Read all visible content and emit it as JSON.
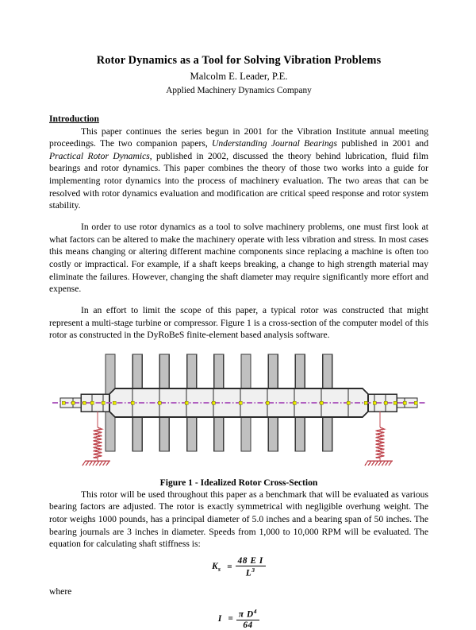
{
  "document": {
    "title": "Rotor Dynamics as a Tool for Solving Vibration Problems",
    "author": "Malcolm E. Leader, P.E.",
    "affiliation": "Applied Machinery Dynamics Company"
  },
  "sections": [
    {
      "heading": "Introduction",
      "paragraphs": [
        {
          "id": "par1",
          "runs": [
            {
              "text": "This paper continues the series begun in 2001 for the Vibration Institute annual meeting proceedings.  The two companion papers, ",
              "style": "normal"
            },
            {
              "text": "Understanding Journal Bearings",
              "style": "italic"
            },
            {
              "text": " published in 2001 and ",
              "style": "normal"
            },
            {
              "text": "Practical Rotor Dynamics",
              "style": "italic"
            },
            {
              "text": ", published in 2002, discussed the theory behind lubrication, fluid film bearings and rotor dynamics.  This paper combines the theory of those two works into a guide for implementing rotor dynamics into the process of machinery evaluation.  The two areas that can be resolved with rotor dynamics evaluation and modification are critical speed response and rotor system stability.",
              "style": "normal"
            }
          ]
        },
        {
          "id": "par2",
          "runs": [
            {
              "text": "In order to use rotor dynamics as a tool to solve machinery problems, one must first look at what factors can be altered to make the machinery operate with less vibration and stress.  In most cases this means changing or altering different machine components since replacing a machine is often too costly or impractical.  For example, if a shaft keeps breaking, a change to high strength material may eliminate the failures.  However, changing the shaft diameter may require significantly more effort and expense.",
              "style": "normal"
            }
          ]
        },
        {
          "id": "par3",
          "runs": [
            {
              "text": "In an effort to limit the scope of this paper, a typical rotor was constructed that might represent a multi-stage turbine or compressor.  Figure 1 is a cross-section of the computer model of this rotor as constructed in the DyRoBeS finite-element based analysis software.",
              "style": "normal"
            }
          ]
        }
      ]
    }
  ],
  "figure": {
    "caption": "Figure 1 - Idealized Rotor Cross-Section",
    "diagram": {
      "name": "idealized-rotor-cross-section",
      "centerline_color": "#b060c0",
      "shaft_fill": "#f0f0f0",
      "shaft_stroke": "#2b2b2b",
      "disk_fill": "#c0c0c0",
      "disk_stroke": "#3a3a3a",
      "station_marker_color": "#e8e800",
      "spring_color": "#c04a52",
      "ground_color": "#c04a52",
      "disk_count": 9,
      "bearing_count": 2
    }
  },
  "closing": {
    "paragraph": "This rotor will be used throughout this paper as a benchmark that will be evaluated as various bearing factors are adjusted.  The rotor is exactly symmetrical with negligible overhung weight.  The rotor weighs 1000 pounds, has a principal diameter of 5.0 inches and a bearing span of 50 inches.  The bearing journals are 3 inches in diameter.  Speeds from 1,000 to 10,000 RPM will be evaluated.  The equation for calculating shaft stiffness is:",
    "where_label": "where"
  },
  "equations": [
    {
      "id": "shaft-stiffness",
      "lhs": "K",
      "lhs_sub": "s",
      "operator": "=",
      "numerator": "48 E I",
      "denominator": "L",
      "denominator_exp": "3"
    },
    {
      "id": "area-moment-of-inertia",
      "lhs": "I",
      "lhs_sub": "",
      "operator": "=",
      "numerator": "π D",
      "numerator_exp": "4",
      "denominator": "64",
      "denominator_exp": ""
    }
  ]
}
